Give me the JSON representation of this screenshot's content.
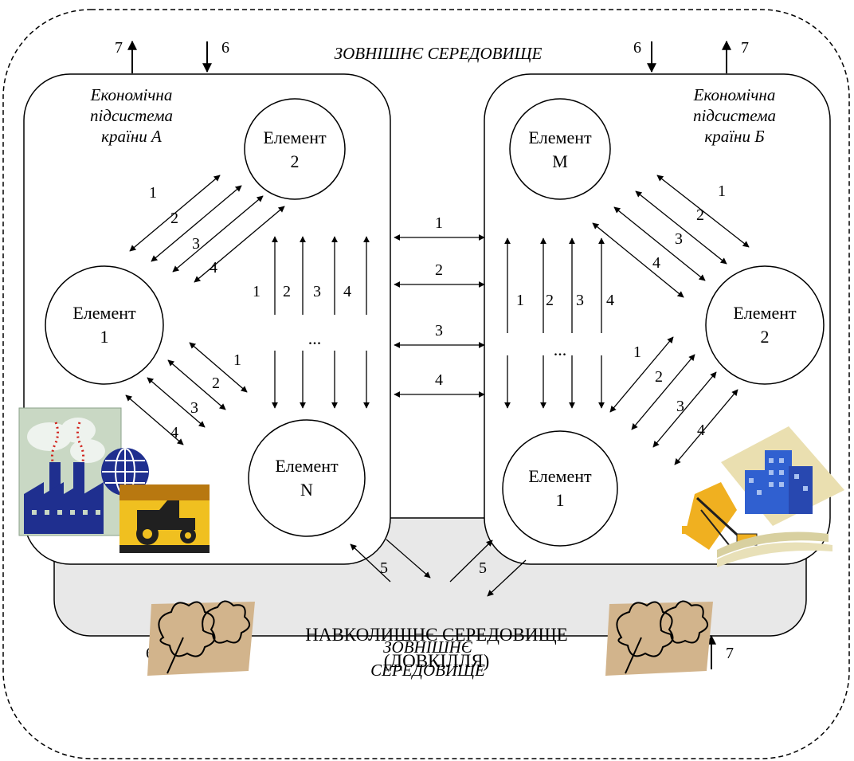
{
  "outer_label_top": "ЗОВНІШНЄ СЕРЕДОВИЩЕ",
  "outer_label_bottom": [
    "ЗОВНІШНЄ",
    "СЕРЕДОВИЩЕ"
  ],
  "environment_label": [
    "НАВКОЛИШНЄ СЕРЕДОВИЩЕ",
    "(ДОВКІЛЛЯ)"
  ],
  "subsystem_a": {
    "title": [
      "Економічна",
      "підсистема",
      "країни А"
    ],
    "elements": {
      "top": [
        "Елемент",
        "2"
      ],
      "left": [
        "Елемент",
        "1"
      ],
      "bottom": [
        "Елемент",
        "N"
      ]
    }
  },
  "subsystem_b": {
    "title": [
      "Економічна",
      "підсистема",
      "країни Б"
    ],
    "elements": {
      "top": [
        "Елемент",
        "M"
      ],
      "right": [
        "Елемент",
        "2"
      ],
      "bottom": [
        "Елемент",
        "1"
      ]
    }
  },
  "link_numbers": [
    "1",
    "2",
    "3",
    "4"
  ],
  "environment_link_number": "5",
  "input_number": "6",
  "output_number": "7",
  "ellipsis": "...",
  "colors": {
    "environment_fill": "#e8e8e8",
    "leaf_fill": "#d2b48c",
    "factory_blue": "#1f2f8f",
    "tractor_yellow": "#f0c020",
    "building_blue": "#3060d0",
    "crane_orange": "#f0b020"
  },
  "icons": [
    "factory-clipart",
    "globe-icon",
    "tractor-clipart",
    "buildings-clipart",
    "crane-clipart",
    "leaf-clipart"
  ]
}
